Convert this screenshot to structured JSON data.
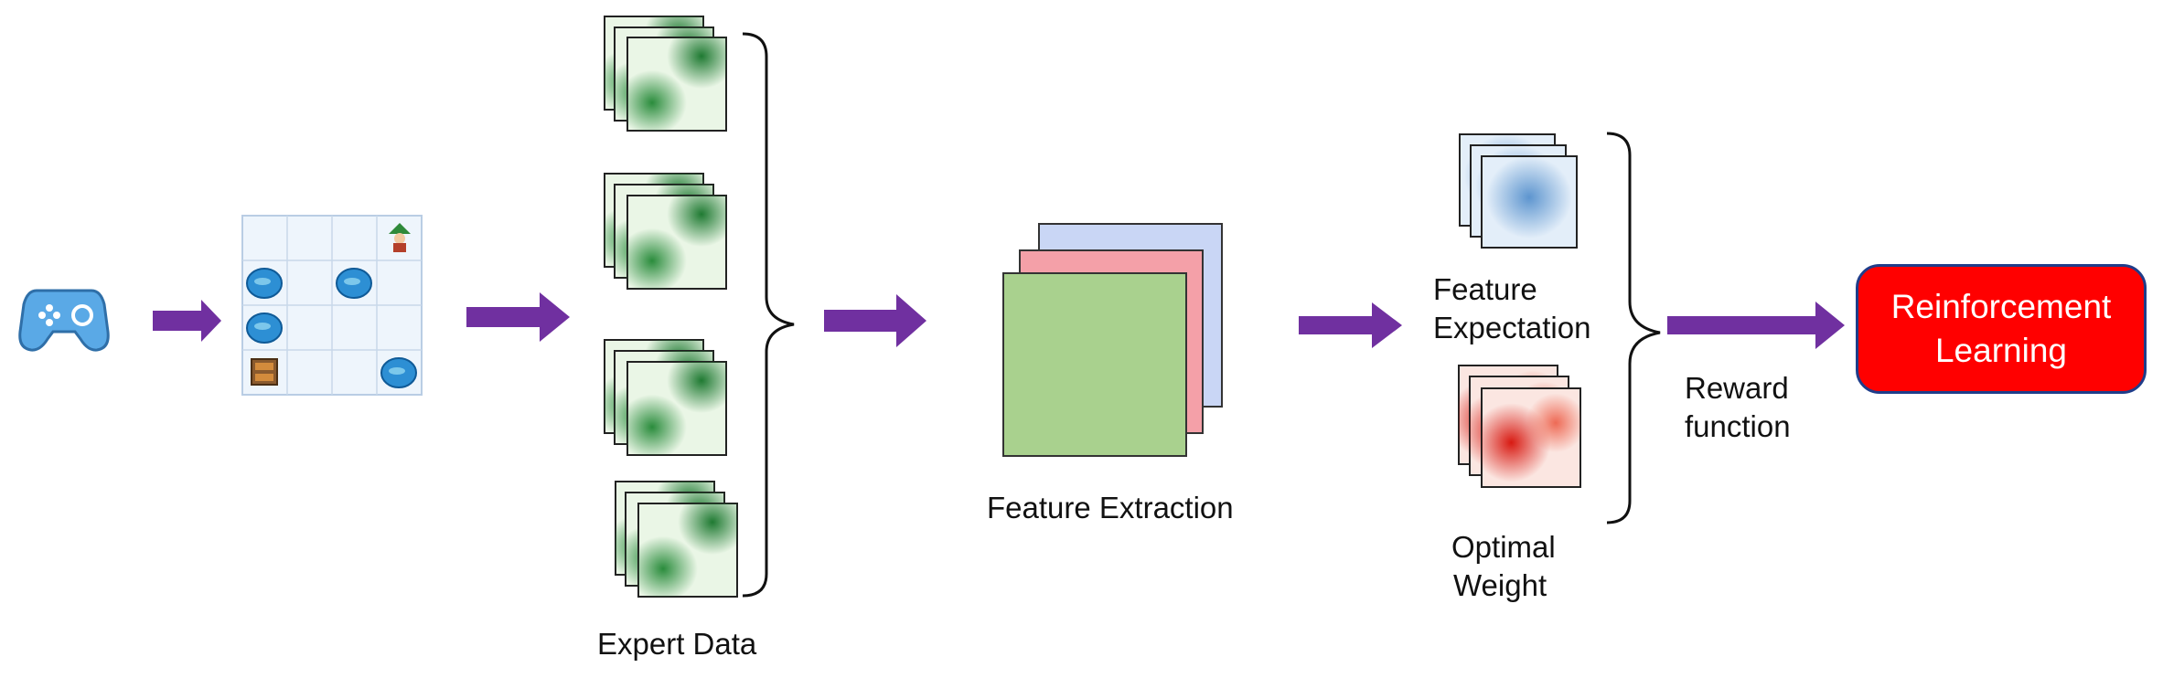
{
  "labels": {
    "expert_data": "Expert Data",
    "feature_extraction": "Feature Extraction",
    "feature_expectation_line1": "Feature",
    "feature_expectation_line2": "Expectation",
    "optimal_weight_line1": "Optimal",
    "optimal_weight_line2": "Weight",
    "reward_function_line1": "Reward",
    "reward_function_line2": "function",
    "rl_line1": "Reinforcement",
    "rl_line2": "Learning"
  },
  "colors": {
    "arrow": "#7030a0",
    "rl_box": "#ff0000",
    "rl_border": "#1f3d8a",
    "gamepad": "#5aa9e6",
    "feature_green": "#a9d18e",
    "feature_red": "#f4a0a8",
    "feature_blue": "#c9d6f5",
    "heat_green": "#2e8b3f",
    "heat_blue": "#6ea5d8",
    "heat_red": "#e0291f"
  },
  "icons": [
    "gamepad-icon",
    "gridworld-icon",
    "heatmap-icon",
    "brace-icon"
  ]
}
